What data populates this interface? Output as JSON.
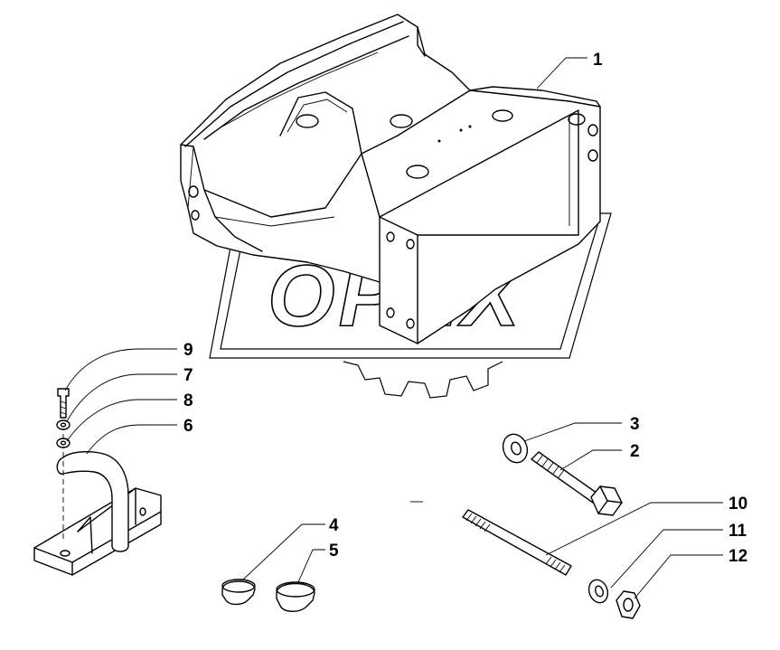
{
  "diagram": {
    "watermark": "OPEX",
    "callouts": [
      {
        "id": "c1",
        "label": "1"
      },
      {
        "id": "c9",
        "label": "9"
      },
      {
        "id": "c7",
        "label": "7"
      },
      {
        "id": "c8",
        "label": "8"
      },
      {
        "id": "c6",
        "label": "6"
      },
      {
        "id": "c3",
        "label": "3"
      },
      {
        "id": "c2",
        "label": "2"
      },
      {
        "id": "c10",
        "label": "10"
      },
      {
        "id": "c11",
        "label": "11"
      },
      {
        "id": "c12",
        "label": "12"
      },
      {
        "id": "c4",
        "label": "4"
      },
      {
        "id": "c5",
        "label": "5"
      }
    ]
  }
}
